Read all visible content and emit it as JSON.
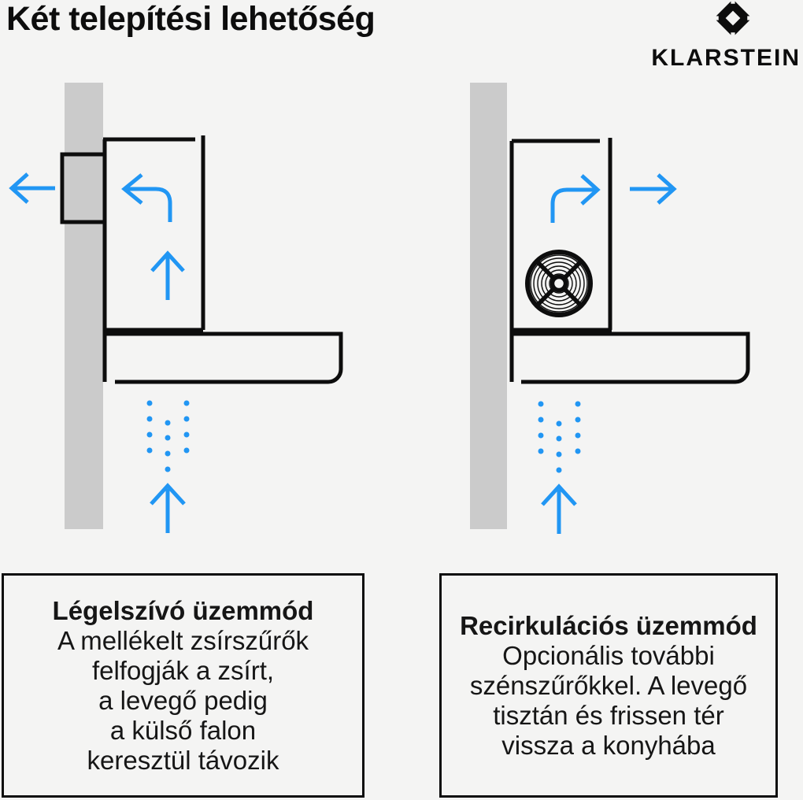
{
  "page": {
    "title": "Két telepítési lehetőség"
  },
  "brand": {
    "name": "KLARSTEIN",
    "logo_icon": "klarstein-diamond-icon"
  },
  "colors": {
    "background": "#f4f4f3",
    "ink": "#0d0d0d",
    "wall_gray": "#cbcbcb",
    "accent_blue": "#2196f3",
    "text": "#161616"
  },
  "diagrams": [
    {
      "id": "extraction-mode",
      "caption_title": "Légelszívó üzemmód",
      "caption_lines": [
        "A mellékelt zsírszűrők",
        "felfogják a zsírt,",
        "a levegő pedig",
        "a külső falon",
        "keresztül távozik"
      ],
      "icons": [
        "wall",
        "wall-duct",
        "hood-outline",
        "arrow-left-icon",
        "arrow-turn-left-icon",
        "arrow-up-icon",
        "steam-dots-icon"
      ]
    },
    {
      "id": "recirculation-mode",
      "caption_title": "Recirkulációs üzemmód",
      "caption_lines": [
        "Opcionális további",
        "szénszűrőkkel. A levegő",
        "tisztán és frissen tér",
        "vissza a konyhába"
      ],
      "icons": [
        "wall",
        "hood-outline",
        "fan-grille-icon",
        "arrow-turn-right-icon",
        "arrow-right-icon",
        "arrow-up-icon",
        "steam-dots-icon"
      ]
    }
  ]
}
